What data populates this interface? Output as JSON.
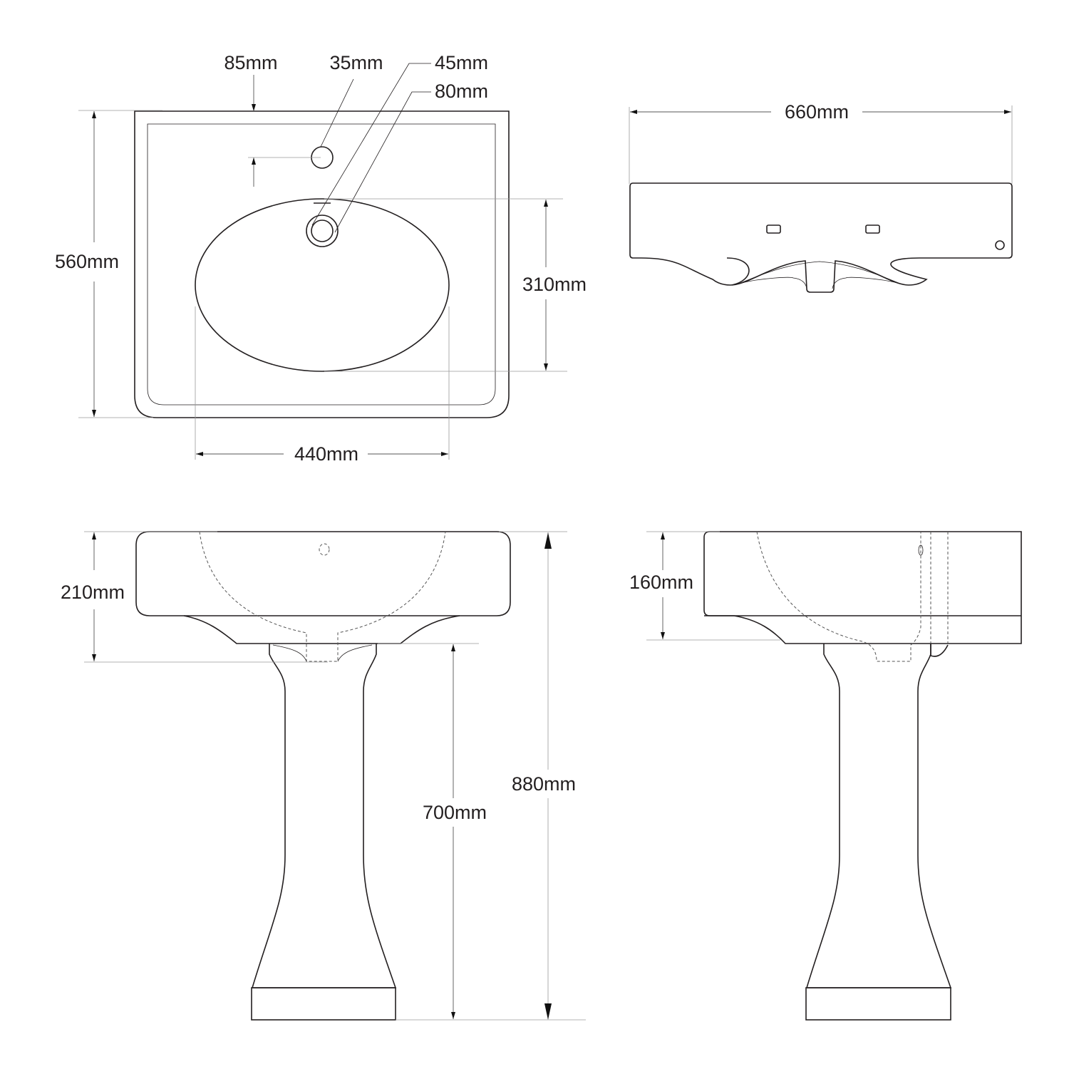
{
  "diagram": {
    "title": "Pedestal basin dimension drawing",
    "views": {
      "top": {
        "labels": {
          "tap_hole_offset": "85mm",
          "tap_hole_dia": "35mm",
          "overflow_dia": "45mm",
          "waste_dia": "80mm",
          "depth": "560mm",
          "bowl_depth": "310mm",
          "bowl_width": "440mm"
        }
      },
      "rear": {
        "labels": {
          "width": "660mm"
        }
      },
      "front": {
        "labels": {
          "basin_height": "210mm",
          "pedestal_height": "700mm",
          "overall_height": "880mm"
        }
      },
      "side": {
        "labels": {
          "rim_height": "160mm"
        }
      }
    }
  }
}
